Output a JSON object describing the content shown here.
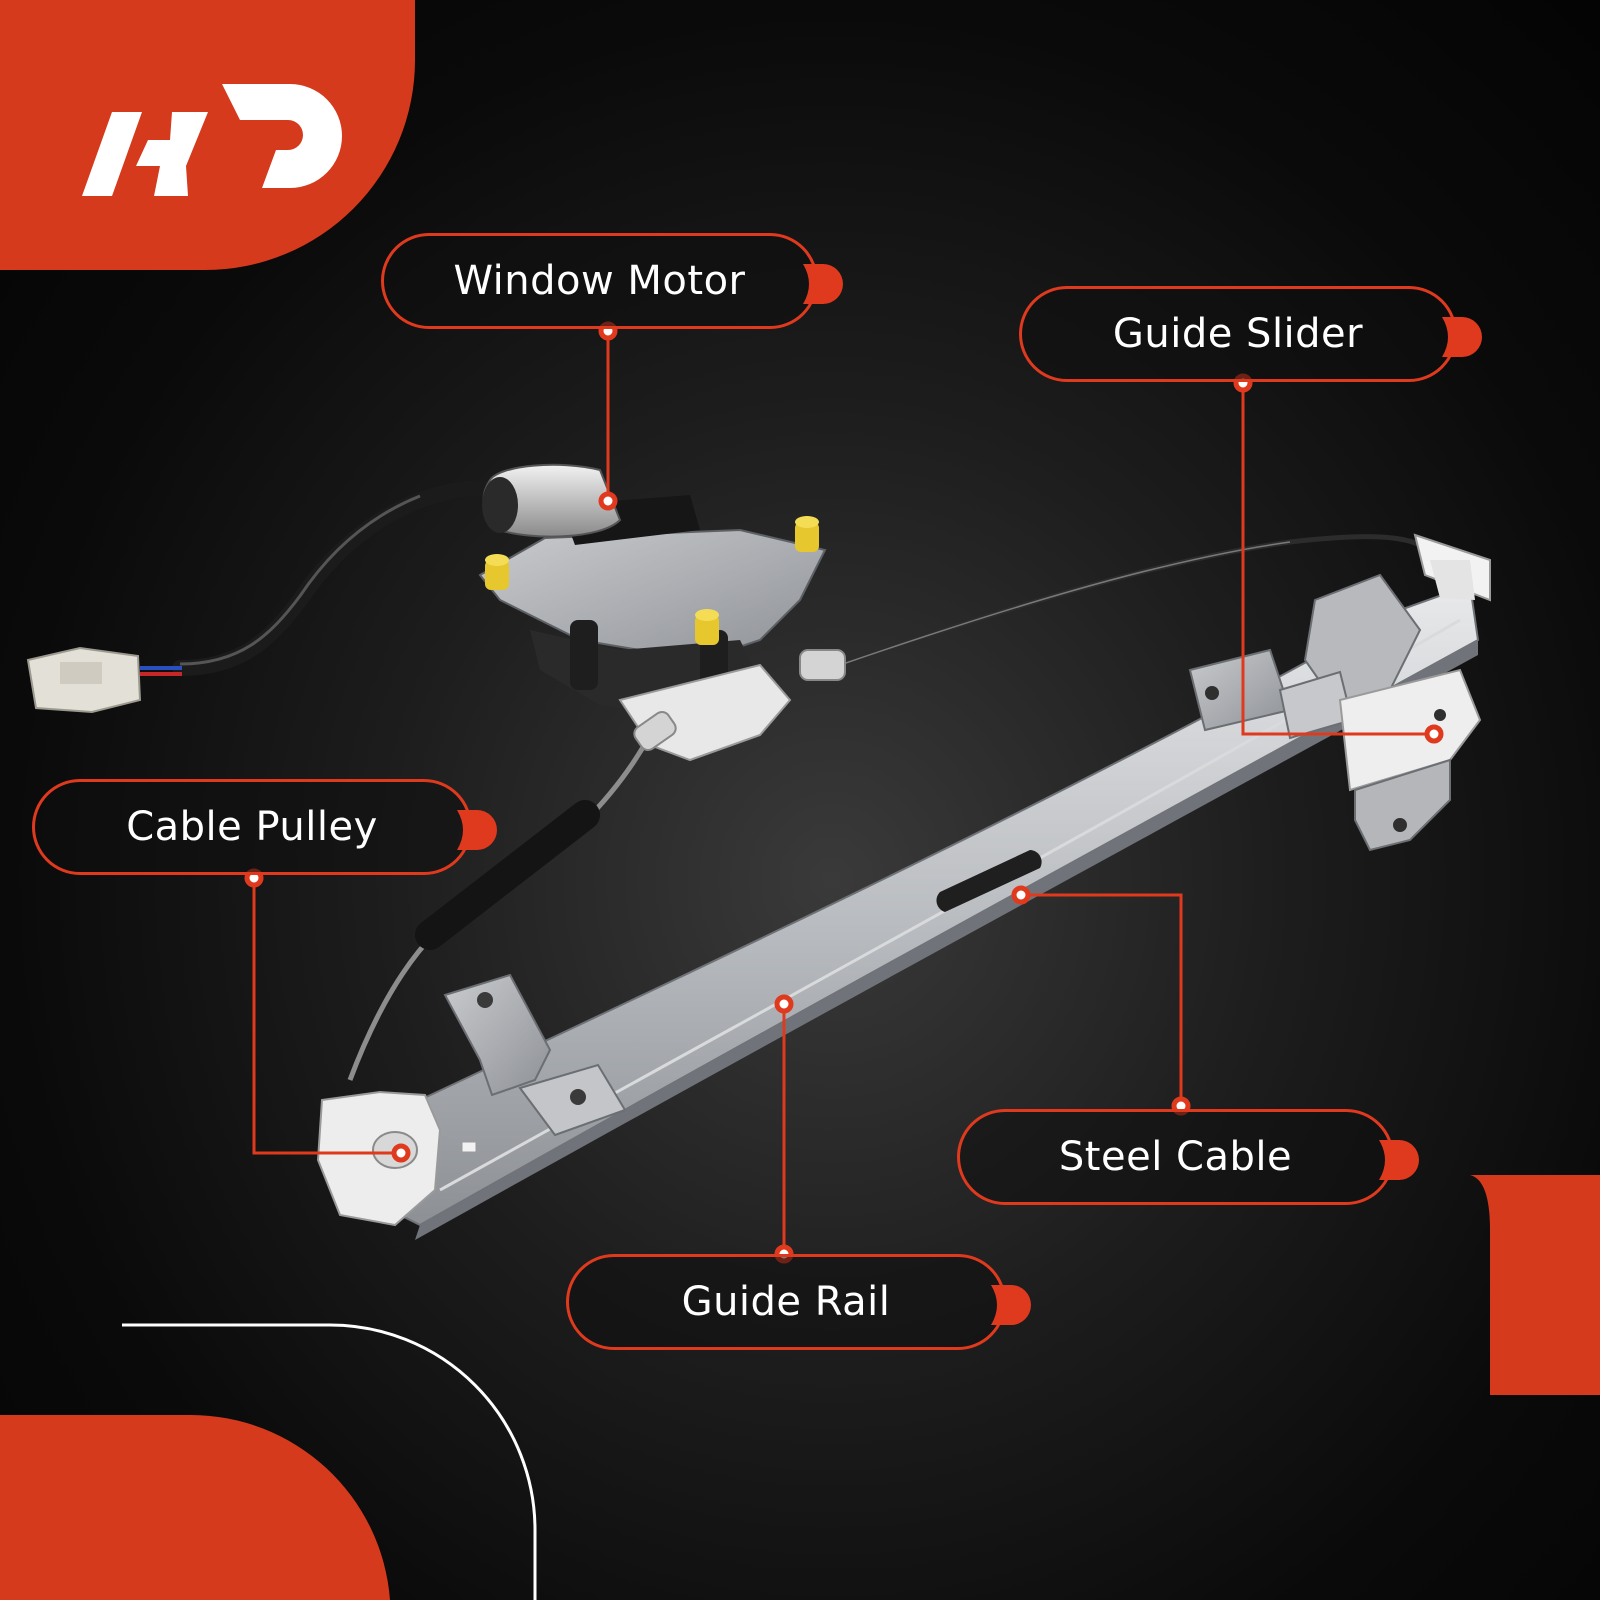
{
  "brand": {
    "logo": "A-Premium logo",
    "accent_color": "#e03a1e"
  },
  "labels": {
    "window_motor": "Window Motor",
    "guide_slider": "Guide Slider",
    "cable_pulley": "Cable Pulley",
    "steel_cable": "Steel Cable",
    "guide_rail": "Guide Rail"
  }
}
